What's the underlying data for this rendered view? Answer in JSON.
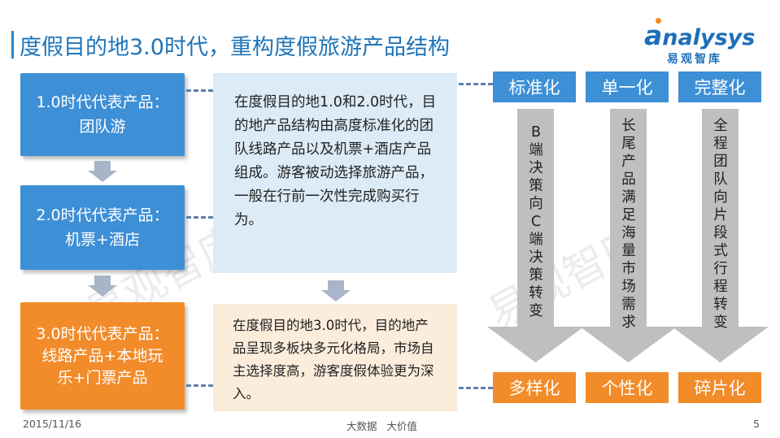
{
  "header": {
    "title": "度假目的地3.0时代，重构度假旅游产品结构",
    "logo_word": "nalysys",
    "logo_sub": "易观智库"
  },
  "eras": [
    {
      "line1": "1.0时代代表产品：",
      "line2": "团队游",
      "line3": ""
    },
    {
      "line1": "2.0时代代表产品：",
      "line2": "机票+酒店",
      "line3": ""
    },
    {
      "line1": "3.0时代代表产品：",
      "line2": "线路产品+本地玩",
      "line3": "乐+门票产品"
    }
  ],
  "descriptions": {
    "box1": "在度假目的地1.0和2.0时代，目的地产品结构由高度标准化的团队线路产品以及机票+酒店产品组成。游客被动选择旅游产品，一般在行前一次性完成购买行为。",
    "box2": "在度假目的地3.0时代，目的地产品呈现多板块多元化格局，市场自主选择度高，游客度假体验更为深入。"
  },
  "columns": [
    {
      "top_label": "标准化",
      "shift_text": "B端决策向C端决策转变",
      "bottom_label": "多样化"
    },
    {
      "top_label": "单一化",
      "shift_text": "长尾产品满足海量市场需求",
      "bottom_label": "个性化"
    },
    {
      "top_label": "完整化",
      "shift_text": "全程团队向片段式行程转变",
      "bottom_label": "碎片化"
    }
  ],
  "watermark": "易观智库",
  "footer": {
    "date": "2015/11/16",
    "slogan": "大数据   大价值",
    "page": "5"
  },
  "colors": {
    "accent_blue": "#3d8fd6",
    "accent_orange": "#f28b2a",
    "title_blue": "#1f74b8",
    "light_blue_box": "#dcebf6",
    "light_orange_box": "#fcecdc",
    "arrow_gray": "#bfbfbf"
  }
}
